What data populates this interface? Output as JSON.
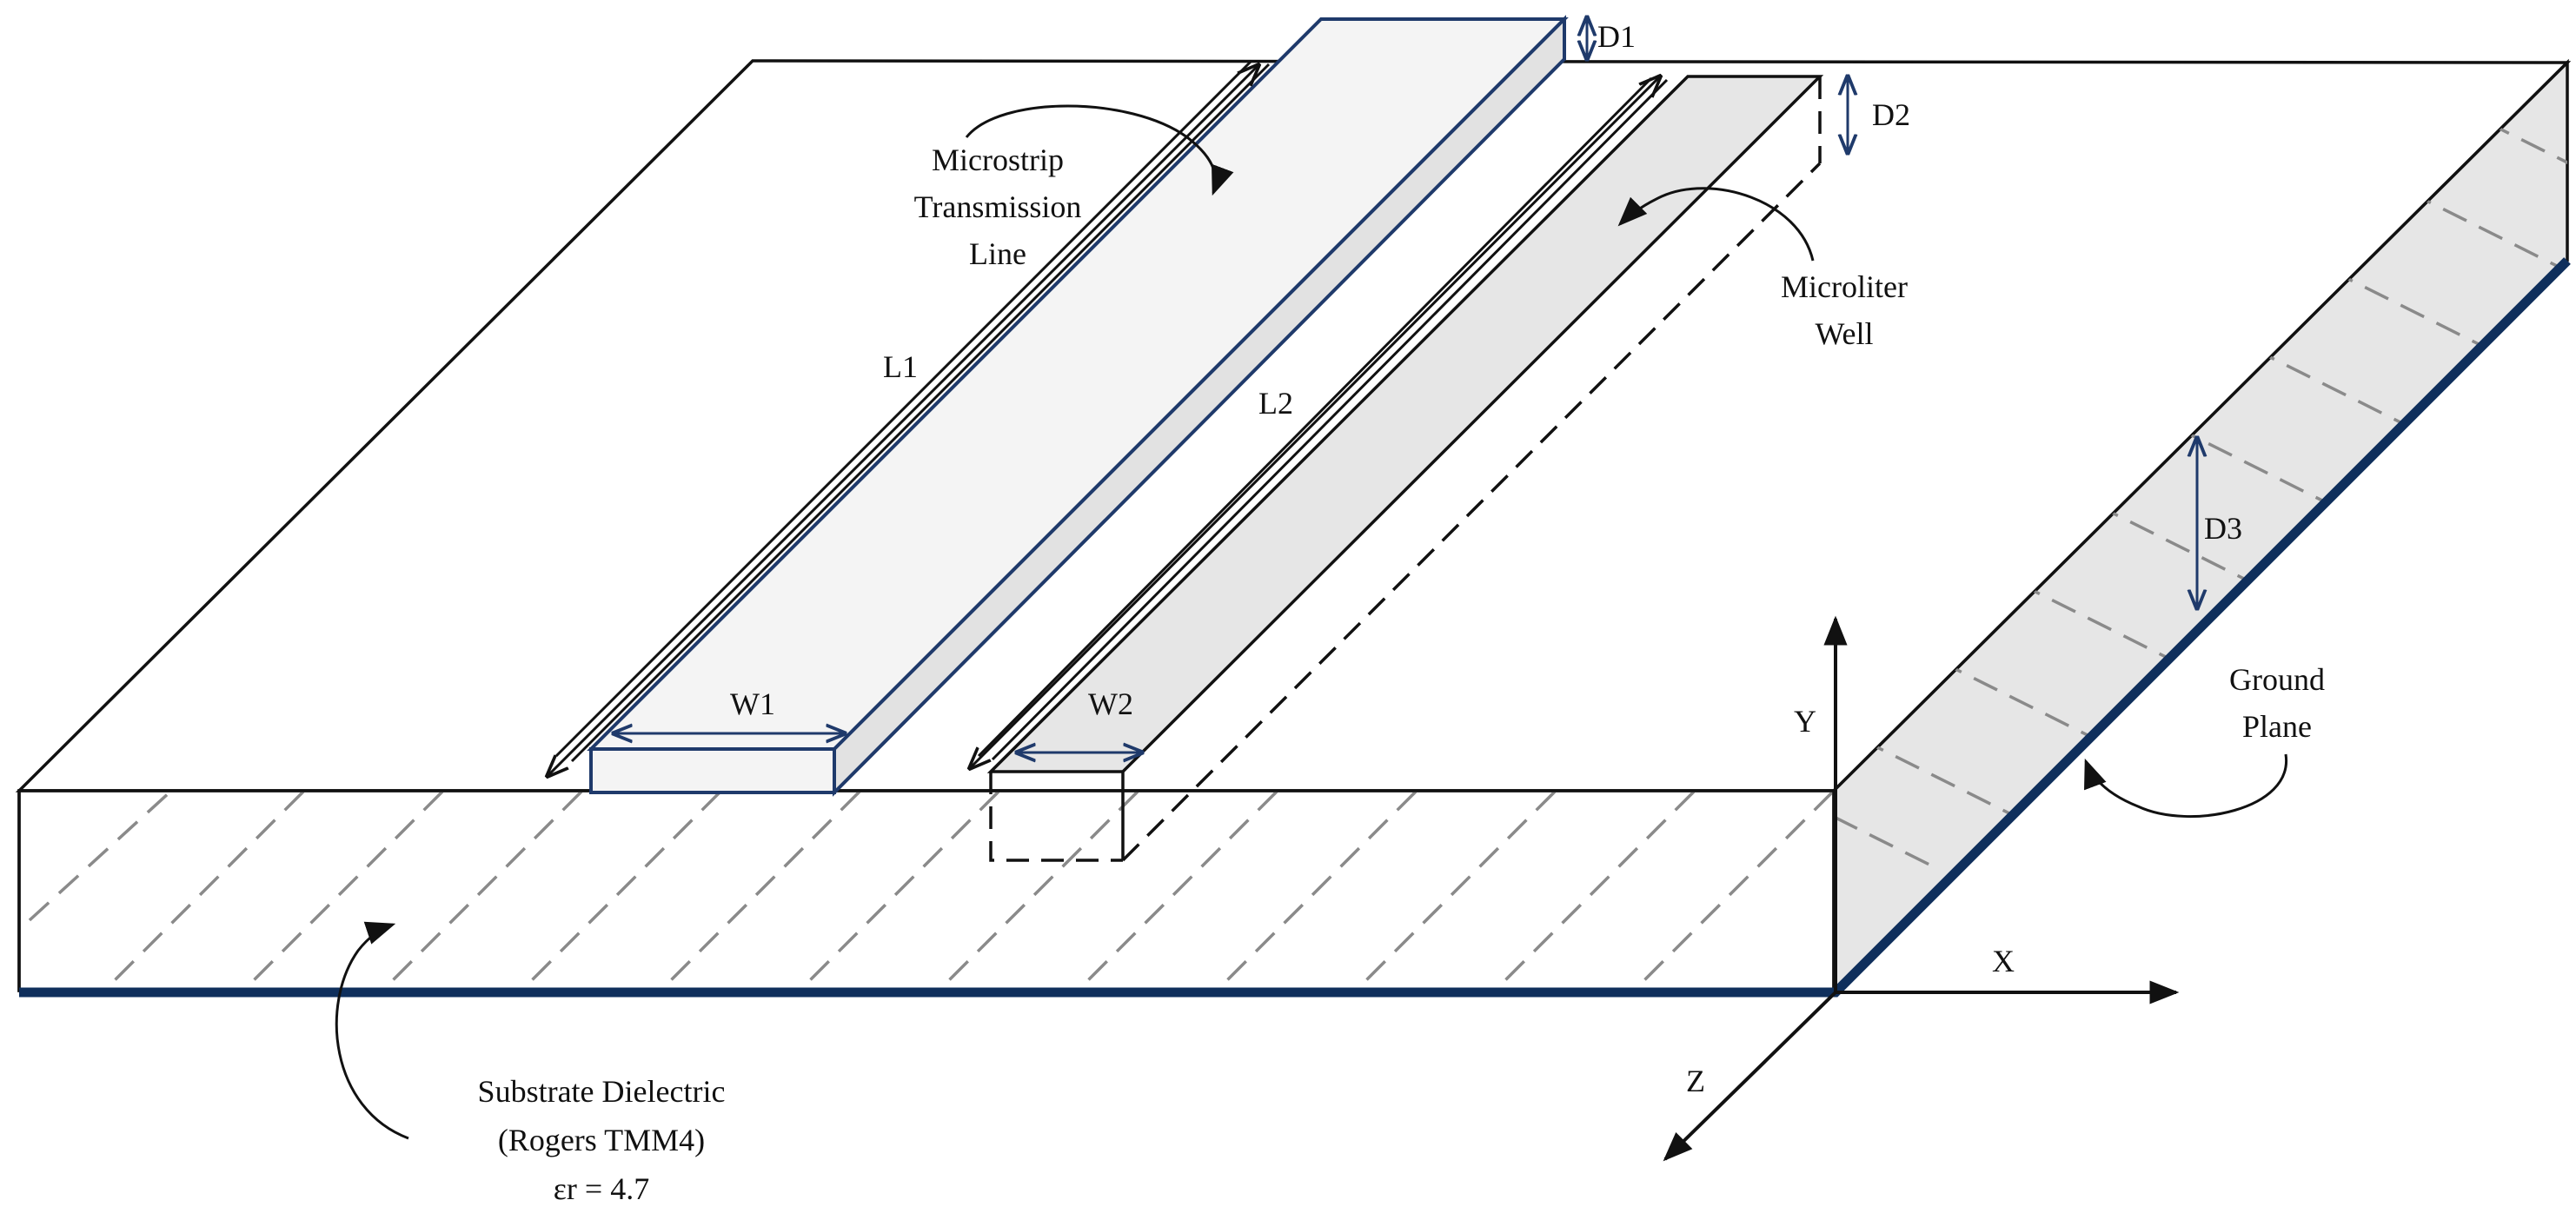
{
  "labels": {
    "microstrip_line1": "Microstrip",
    "microstrip_line2": "Transmission",
    "microstrip_line3": "Line",
    "well_line1": "Microliter",
    "well_line2": "Well",
    "ground_line1": "Ground",
    "ground_line2": "Plane",
    "substrate_line1": "Substrate Dielectric",
    "substrate_line2": "(Rogers TMM4)",
    "substrate_line3": "εr = 4.7"
  },
  "dimensions": {
    "d1": "D1",
    "d2": "D2",
    "d3": "D3",
    "l1": "L1",
    "l2": "L2",
    "w1": "W1",
    "w2": "W2"
  },
  "axes": {
    "x": "X",
    "y": "Y",
    "z": "Z"
  },
  "colors": {
    "outline": "#111111",
    "conductor_blue": "#1f3a6b",
    "ground_blue": "#0f2f5c",
    "hatch": "#8a8a8a",
    "strip_fill": "#f4f4f4",
    "shaded_fill": "#e6e6e6"
  }
}
